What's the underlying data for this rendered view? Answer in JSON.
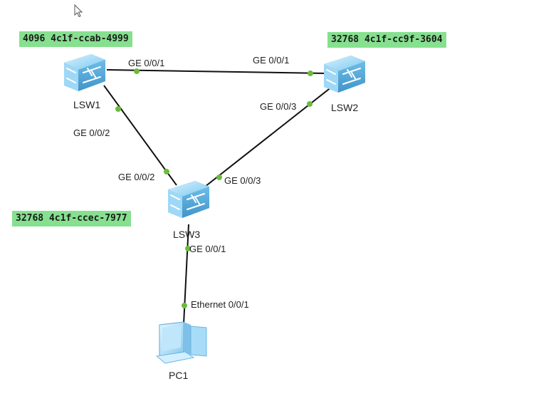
{
  "bridge_tags": {
    "lsw1": "4096 4c1f-ccab-4999",
    "lsw2": "32768 4c1f-cc9f-3604",
    "lsw3": "32768 4c1f-ccec-7977"
  },
  "devices": {
    "lsw1": "LSW1",
    "lsw2": "LSW2",
    "lsw3": "LSW3",
    "pc1": "PC1"
  },
  "ports": {
    "lsw1_lsw2_a": "GE 0/0/1",
    "lsw1_lsw2_b": "GE 0/0/1",
    "lsw1_lsw3_a": "GE 0/0/2",
    "lsw1_lsw3_b": "GE 0/0/2",
    "lsw2_lsw3_a": "GE 0/0/3",
    "lsw2_lsw3_b": "GE 0/0/3",
    "lsw3_pc1_a": "GE 0/0/1",
    "pc1_lsw3_b": "Ethernet 0/0/1"
  },
  "colors": {
    "switch_body": "#7fcaf0",
    "link_line": "#111111",
    "port_dot": "#6dbb3e",
    "tag_bg": "#86e08f"
  },
  "icons": [
    "pointer-cursor-icon",
    "switch-icon",
    "pc-icon"
  ]
}
